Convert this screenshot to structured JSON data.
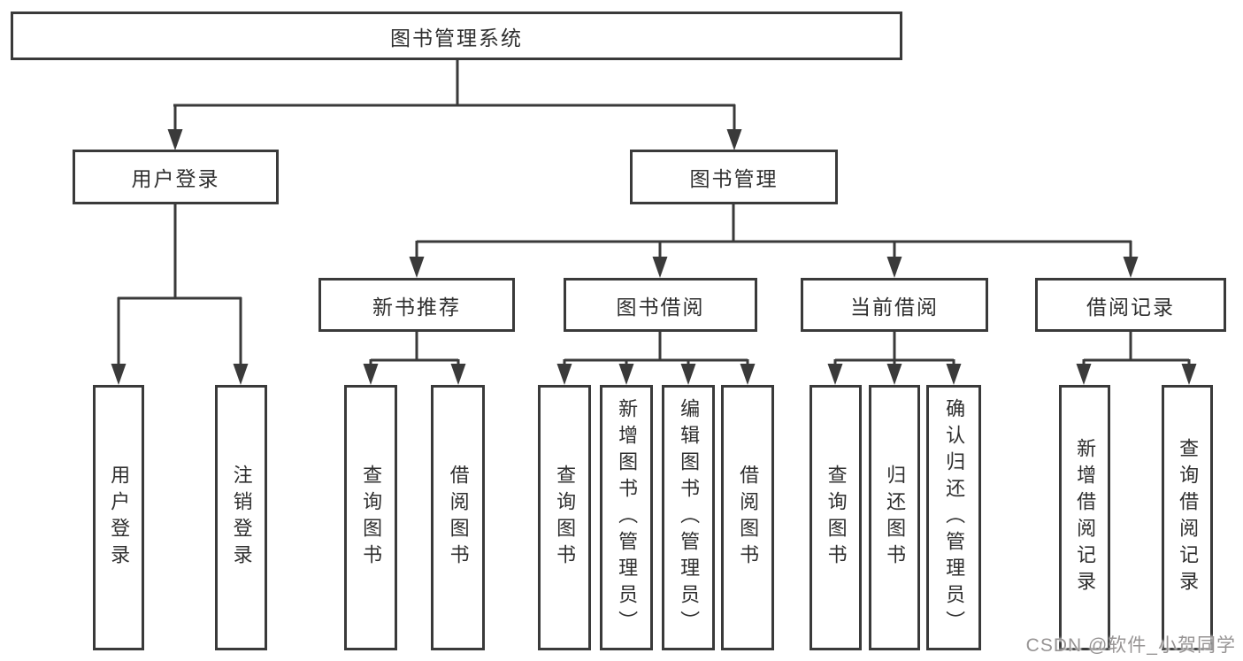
{
  "diagram": {
    "tree": {
      "label": "图书管理系统",
      "children": [
        {
          "label": "用户登录",
          "children": [
            {
              "label": "用户登录"
            },
            {
              "label": "注销登录"
            }
          ]
        },
        {
          "label": "图书管理",
          "children": [
            {
              "label": "新书推荐",
              "children": [
                {
                  "label": "查询图书"
                },
                {
                  "label": "借阅图书"
                }
              ]
            },
            {
              "label": "图书借阅",
              "children": [
                {
                  "label": "查询图书"
                },
                {
                  "label": "新增图书（管理员）"
                },
                {
                  "label": "编辑图书（管理员）"
                },
                {
                  "label": "借阅图书"
                }
              ]
            },
            {
              "label": "当前借阅",
              "children": [
                {
                  "label": "查询图书"
                },
                {
                  "label": "归还图书"
                },
                {
                  "label": "确认归还（管理员）"
                }
              ]
            },
            {
              "label": "借阅记录",
              "children": [
                {
                  "label": "新增借阅记录"
                },
                {
                  "label": "查询借阅记录"
                }
              ]
            }
          ]
        }
      ]
    },
    "style": {
      "line_color": "#3a3a3a",
      "box_border_color": "#3a3a3a",
      "text_color": "#2f2f2f",
      "background_color": "#ffffff"
    }
  },
  "watermark": {
    "text": "CSDN @软件_小贺同学",
    "color": "#979494"
  }
}
